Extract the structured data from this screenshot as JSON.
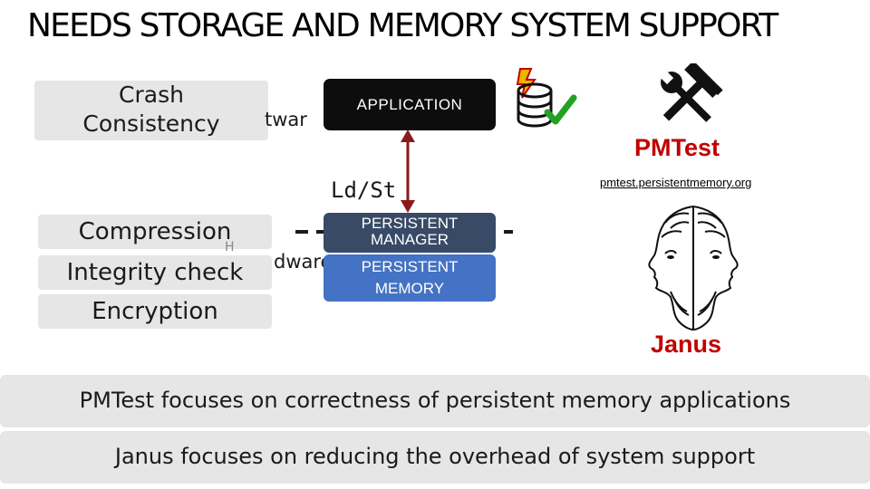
{
  "title": "NEEDS STORAGE AND MEMORY SYSTEM SUPPORT",
  "software_block": {
    "line1": "Crash",
    "line2": "Consistency",
    "layer_label_partial": "twar"
  },
  "hardware_block": {
    "items": [
      "Compression",
      "Integrity check",
      "Encryption"
    ],
    "layer_label_partial": "dware",
    "layer_label_fragment": "H"
  },
  "stack": {
    "application": "APPLICATION",
    "ldst": "Ld/St",
    "manager_line1": "PERSISTENT",
    "manager_line2": "MANAGER",
    "memory_line1": "PERSISTENT",
    "memory_line2": "MEMORY"
  },
  "pmtest": {
    "name": "PMTest",
    "url": "pmtest.persistentmemory.org",
    "icon": "hammer-wrench-icon"
  },
  "janus": {
    "name": "Janus",
    "icon": "janus-face-icon"
  },
  "summary": {
    "line1": "PMTest focuses on correctness of persistent memory applications",
    "line2": "Janus focuses on reducing the overhead of system support"
  },
  "colors": {
    "accent_red": "#c00000",
    "manager_blue": "#384a66",
    "memory_blue": "#4472c4",
    "application_black": "#0d0d0d",
    "arrow_red": "#8b1a1a"
  }
}
